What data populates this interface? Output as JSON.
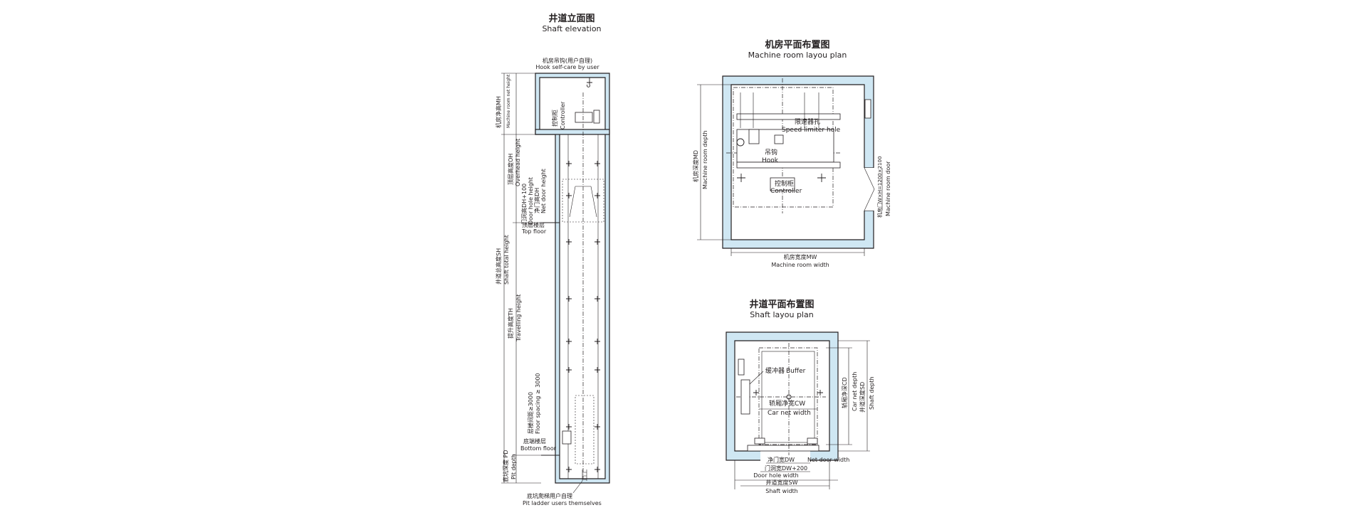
{
  "elevation": {
    "title_cn": "井道立面图",
    "title_en": "Shaft elevation",
    "hook_cn": "机房吊钩(用户自理)",
    "hook_en": "Hook self-care by user",
    "mh_cn": "机房净高MH",
    "mh_en": "Machine room net height",
    "controller_cn": "控制柜",
    "controller_en": "Controller",
    "oh_cn": "顶层高度OH",
    "oh_en": "Overhead height",
    "door_hole_cn": "门洞高DH+100",
    "door_hole_en": "Door hole height",
    "net_door_cn": "净门高DH",
    "net_door_en": "Net door height",
    "top_floor_cn": "顶层楼层",
    "top_floor_en": "Top floor",
    "sh_cn": "井道总高度SH",
    "sh_en": "Shaft total height",
    "th_cn": "提升高度TH",
    "th_en": "Travelling height",
    "floor_spacing_cn": "层楼间距≥3000",
    "floor_spacing_en": "Floor spacing ≥ 3000",
    "bottom_floor_cn": "底端楼层",
    "bottom_floor_en": "Bottom floor",
    "pd_cn": "底坑深度 PD",
    "pd_en": "Pit depth",
    "ladder_cn": "底坑爬梯用户自理",
    "ladder_en": "Pit ladder users themselves"
  },
  "machine_room": {
    "title_cn": "机房平面布置图",
    "title_en": "Machine room layou plan",
    "speed_limiter_cn": "限速器孔",
    "speed_limiter_en": "Speed limiter hole",
    "hook_cn": "吊钩",
    "hook_en": "Hook",
    "controller_cn": "控制柜",
    "controller_en": "Controller",
    "md_cn": "机房深度MD",
    "md_en": "Machine room depth",
    "door_cn": "机房门W×H=1200×2100",
    "door_en": "Machine room door",
    "mw_cn": "机房宽度MW",
    "mw_en": "Machine room width"
  },
  "shaft_plan": {
    "title_cn": "井道平面布置图",
    "title_en": "Shaft  layou plan",
    "buffer_cn": "缓冲器",
    "buffer_en": "Buffer",
    "cw_cn": "轿厢净宽CW",
    "cw_en": "Car net width",
    "cd_cn": "轿厢净深CD",
    "cd_en": "Car net depth",
    "sd_cn": "井道深度SD",
    "sd_en": "Shaft depth",
    "dw_cn": "净门宽DW",
    "dw_en": "Net door width",
    "doorhole_cn": "门洞宽DW+200",
    "doorhole_en": "Door hole width",
    "sw_cn": "井道宽度SW",
    "sw_en": "Shaft width"
  }
}
